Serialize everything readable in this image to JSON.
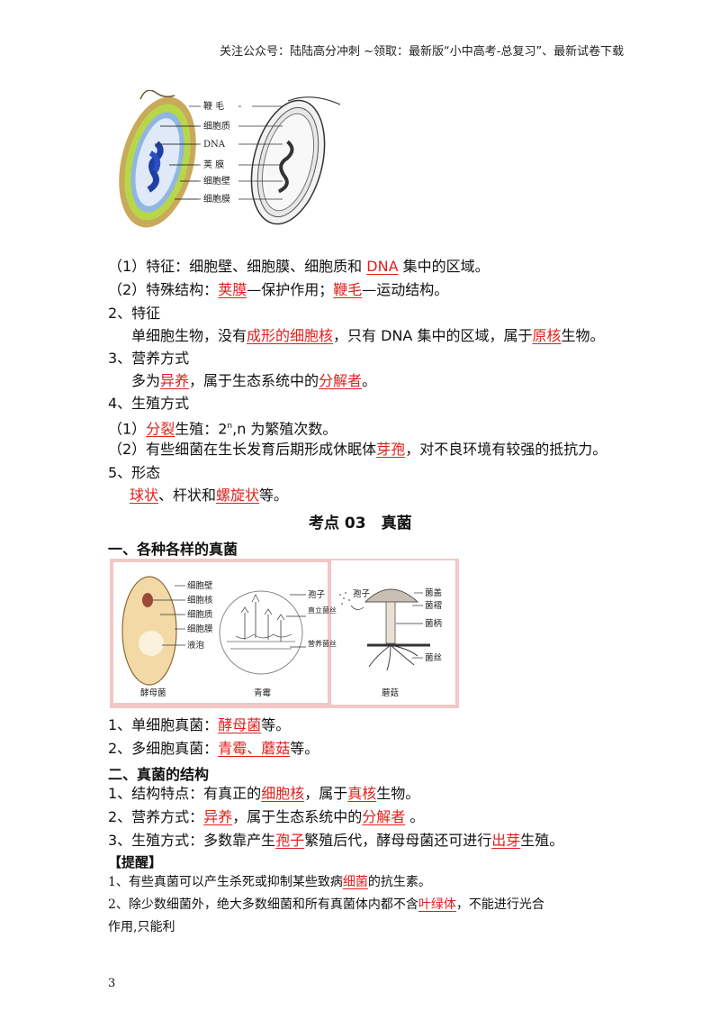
{
  "header": "关注公众号：陆陆高分冲刺 ~领取：最新版“小中高考-总复习”、最新试卷下载",
  "bacteria_figure": {
    "labels": [
      "鞭 毛",
      "细胞质",
      "DNA",
      "荚 膜",
      "细胞壁",
      "细胞膜"
    ]
  },
  "bacteria_structure": {
    "l1": {
      "a": "（1）特征：细胞壁、细胞膜、细胞质和 ",
      "red": "DNA",
      "b": " 集中的区域。"
    },
    "l2": {
      "a": "（2）特殊结构：",
      "red1": "荚膜",
      "b": "—保护作用；",
      "red2": "鞭毛",
      "c": "—运动结构。"
    }
  },
  "s2": {
    "heading": "2、特征",
    "body": {
      "a": "单细胞生物，没有",
      "red1": "成形的细胞核",
      "b": "，只有 DNA 集中的区域，属于",
      "red2": "原核",
      "c": "生物。"
    }
  },
  "s3": {
    "heading": "3、营养方式",
    "body": {
      "a": "多为",
      "red1": "异养",
      "b": "，属于生态系统中的",
      "red2": "分解者",
      "c": "。"
    }
  },
  "s4": {
    "heading": "4、生殖方式",
    "l1": {
      "a": "（1）",
      "red": "分裂",
      "b": "生殖：2",
      "sup": "n",
      "c": ",n 为繁殖次数。"
    },
    "l2": {
      "a": "（2）有些细菌在生长发育后期形成休眠体",
      "red": "芽孢",
      "b": "，对不良环境有较强的抵抗力。"
    }
  },
  "s5": {
    "heading": "5、形态",
    "body": {
      "red1": "球状",
      "a": "、杆状和",
      "red2": "螺旋状",
      "b": "等。"
    }
  },
  "section_title": "考点 03　真菌",
  "fungi_variety": {
    "heading": "一、各种各样的真菌",
    "figure": {
      "yeast_labels": [
        "细胞壁",
        "细胞核",
        "细胞质",
        "细胞膜",
        "液泡"
      ],
      "yeast_caption": "酵母菌",
      "penicillium_labels": [
        "孢子",
        "直立菌丝",
        "营养菌丝"
      ],
      "penicillium_caption": "青霉",
      "mushroom_labels": [
        "孢子",
        "菌盖",
        "菌褶",
        "菌柄",
        "菌丝"
      ],
      "mushroom_caption": "蘑菇"
    },
    "l1": {
      "a": "1、单细胞真菌：",
      "red": "酵母菌",
      "b": "等。"
    },
    "l2": {
      "a": "2、多细胞真菌：",
      "red": "青霉、蘑菇",
      "b": "等。"
    }
  },
  "fungi_structure": {
    "heading": "二、真菌的结构",
    "l1": {
      "a": "1、结构特点：有真正的",
      "red1": "细胞核",
      "b": "，属于",
      "red2": "真核",
      "c": "生物。"
    },
    "l2": {
      "a": "2、营养方式：",
      "red1": "异养",
      "b": "，属于生态系统中的",
      "red2": "分解者",
      "c": " 。"
    },
    "l3": {
      "a": "3、生殖方式：多数靠产生",
      "red1": "孢子",
      "b": "繁殖后代，酵母母菌还可进行",
      "red2": "出芽",
      "c": "生殖。"
    }
  },
  "tip": {
    "heading": "【提醒】",
    "l1": {
      "a": "1、有些真菌可以产生杀死或抑制某些致病",
      "red": "细菌",
      "b": "的抗生素。"
    },
    "l2": {
      "a": "2、除少数细菌外，绝大多数细菌和所有真菌体内都不含",
      "red": "叶绿体",
      "b": "，不能进行光合"
    },
    "l3": "作用,只能利"
  },
  "page_number": "3",
  "colors": {
    "highlight": "#e0201c",
    "figure_border": "#f4c6c6"
  }
}
